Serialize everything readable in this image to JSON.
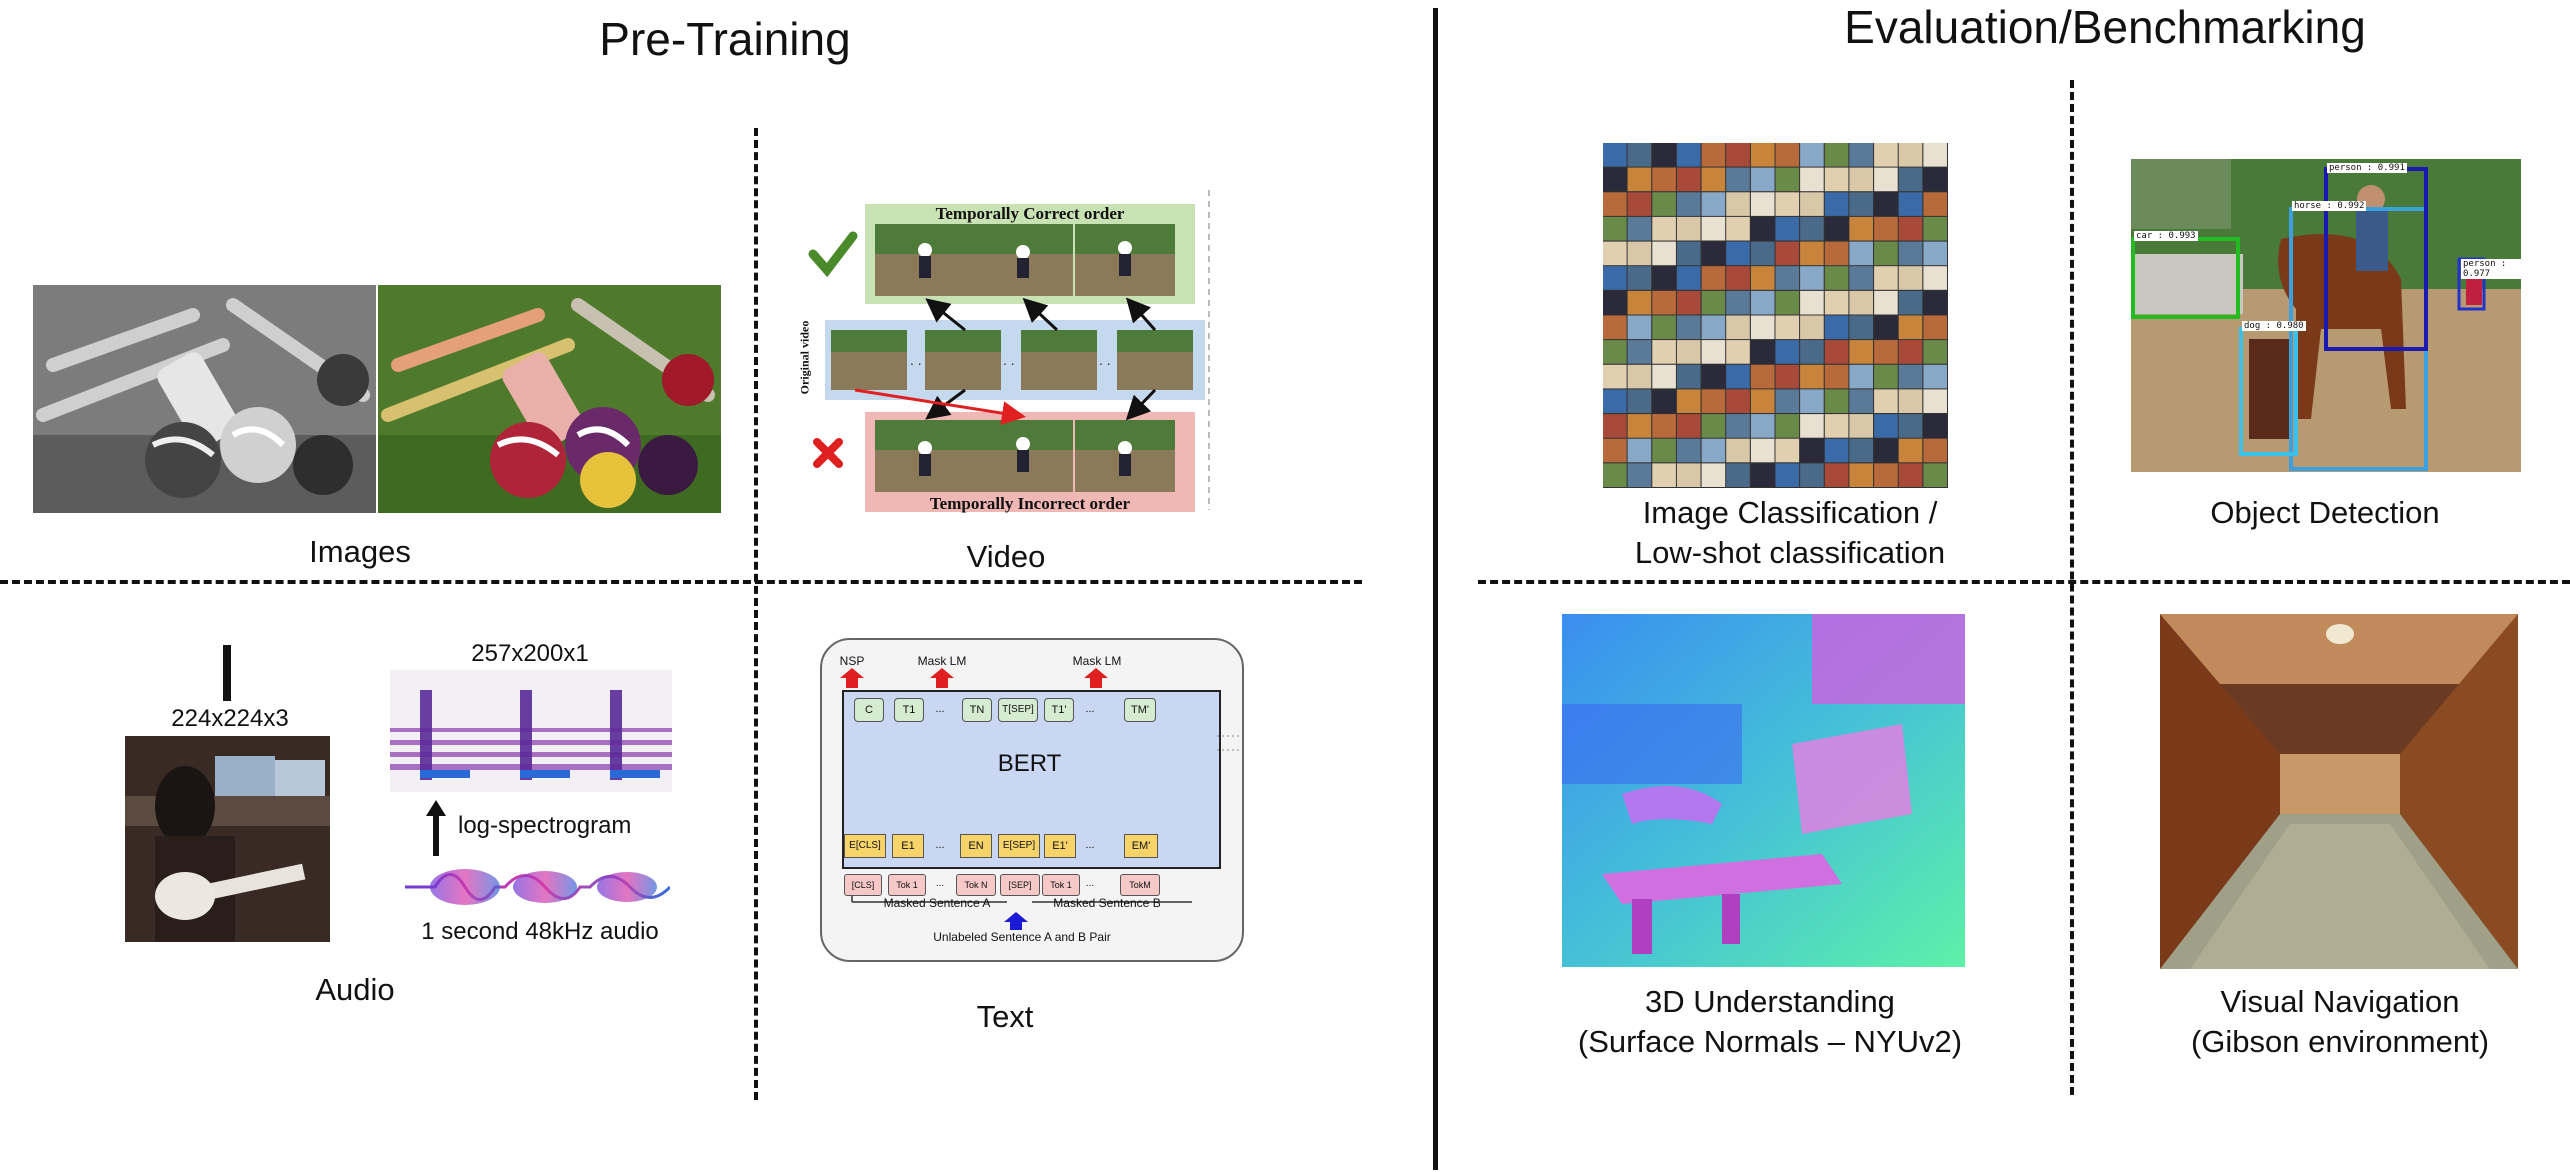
{
  "pretraining": {
    "title": "Pre-Training",
    "images_label": "Images",
    "video_label": "Video",
    "audio_label": "Audio",
    "text_label": "Text"
  },
  "video_figure": {
    "top_label": "Temporally Correct order",
    "bottom_label": "Temporally Incorrect order",
    "side_label": "Original video"
  },
  "audio_figure": {
    "image_dims": "224x224x3",
    "spectrogram_dims": "257x200x1",
    "spectrogram_label": "log-spectrogram",
    "audio_label": "1 second 48kHz audio"
  },
  "bert_figure": {
    "top_labels": [
      "NSP",
      "Mask LM",
      "Mask LM"
    ],
    "model_name": "BERT",
    "output_tokens": [
      "C",
      "T1",
      "...",
      "TN",
      "T[SEP]",
      "T1'",
      "...",
      "TM'"
    ],
    "embedding_tokens": [
      "E[CLS]",
      "E1",
      "...",
      "EN",
      "E[SEP]",
      "E1'",
      "...",
      "EM'"
    ],
    "input_tokens": [
      "[CLS]",
      "Tok 1",
      "...",
      "Tok N",
      "[SEP]",
      "Tok 1",
      "...",
      "TokM"
    ],
    "sentence_a": "Masked Sentence A",
    "sentence_b": "Masked Sentence B",
    "pair_label": "Unlabeled Sentence A and B Pair"
  },
  "evaluation": {
    "title": "Evaluation/Benchmarking",
    "classification_label_1": "Image Classification /",
    "classification_label_2": "Low-shot classification",
    "detection_label": "Object Detection",
    "understanding_label_1": "3D Understanding",
    "understanding_label_2": "(Surface Normals – NYUv2)",
    "navigation_label_1": "Visual Navigation",
    "navigation_label_2": "(Gibson environment)"
  },
  "detections": [
    {
      "label": "person : 0.991",
      "color": "#1a1ab0"
    },
    {
      "label": "horse : 0.992",
      "color": "#3aa0e0"
    },
    {
      "label": "car : 0.993",
      "color": "#22bb22"
    },
    {
      "label": "dog : 0.980",
      "color": "#3cc0e8"
    },
    {
      "label": "person : 0.977",
      "color": "#2233cc"
    }
  ],
  "colors": {
    "correct_green": "#c9e2b4",
    "incorrect_red": "#efb8b4",
    "original_blue": "#c4d8ee",
    "check_green": "#4a8a2a",
    "cross_red": "#e02020",
    "bert_blue": "#c9d7f2",
    "bert_yellow": "#f7d46a",
    "bert_pink": "#f6c8c8",
    "bert_green": "#d6ecd0"
  }
}
